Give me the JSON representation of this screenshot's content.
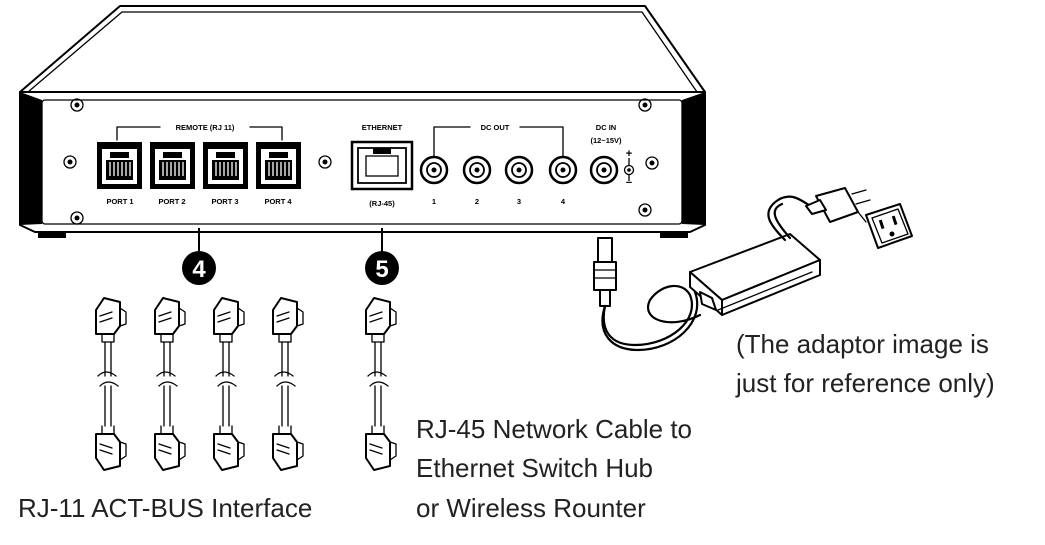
{
  "device": {
    "remote_label": "REMOTE (RJ 11)",
    "ports": [
      "PORT 1",
      "PORT 2",
      "PORT 3",
      "PORT 4"
    ],
    "ethernet_label": "ETHERNET",
    "ethernet_sub": "(RJ-45)",
    "dcout_label": "DC OUT",
    "dcout_ports": [
      "1",
      "2",
      "3",
      "4"
    ],
    "dcin_label": "DC IN",
    "dcin_sub": "(12~15V)",
    "plus_sign": "+",
    "minus_sign": "−"
  },
  "badges": {
    "rj11": "4",
    "rj45": "5"
  },
  "captions": {
    "rj11": "RJ-11 ACT-BUS Interface",
    "rj45_line1": "RJ-45 Network Cable to",
    "rj45_line2": "Ethernet Switch Hub",
    "rj45_line3": "or Wireless Rounter",
    "adaptor_line1": "(The adaptor image is",
    "adaptor_line2": "just for reference only)"
  }
}
